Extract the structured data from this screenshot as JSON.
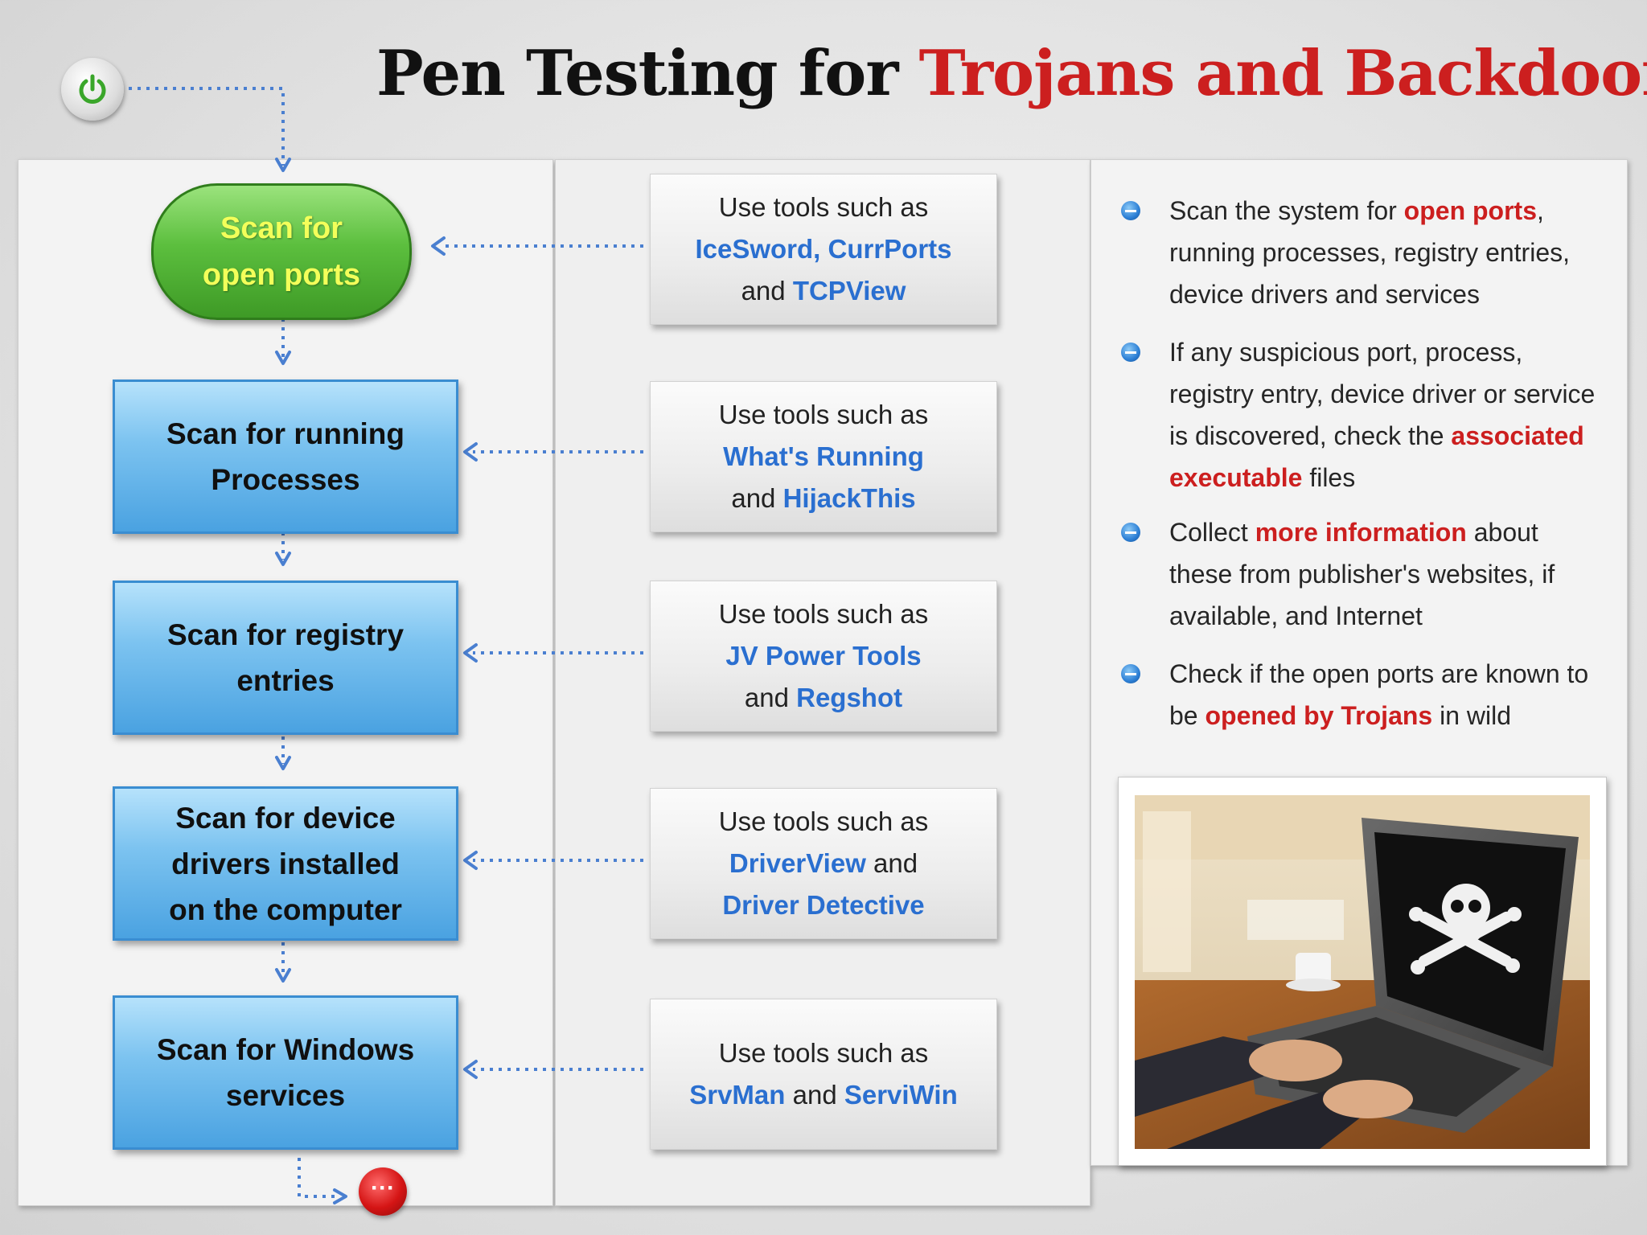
{
  "title": {
    "part1": "Pen Testing for",
    "part2": "Trojans and Backdoors"
  },
  "flow_steps": {
    "open_ports": [
      "Scan for",
      "open ports"
    ],
    "processes": [
      "Scan for running",
      "Processes"
    ],
    "registry": [
      "Scan for registry",
      "entries"
    ],
    "drivers": [
      "Scan for device",
      "drivers installed",
      "on the computer"
    ],
    "services": [
      "Scan for Windows",
      "services"
    ]
  },
  "tools": {
    "intro": "Use tools such as",
    "and": "and",
    "open_ports": {
      "tool1": "IceSword, CurrPorts",
      "tool2": "TCPView"
    },
    "processes": {
      "tool1": "What's Running",
      "tool2": "HijackThis"
    },
    "registry": {
      "tool1": "JV Power Tools",
      "tool2": "Regshot"
    },
    "drivers": {
      "tool1": "DriverView",
      "tool2": "Driver Detective"
    },
    "services": {
      "tool1": "SrvMan",
      "tool2": "ServiWin"
    }
  },
  "bullets": [
    {
      "pre": "Scan the system for ",
      "hl": "open ports",
      "post": ", running processes, registry entries, device drivers and services"
    },
    {
      "pre": "If any suspicious port, process, registry entry, device driver or service is discovered, check the ",
      "hl": "associated executable",
      "post": " files"
    },
    {
      "pre": "Collect ",
      "hl": "more information",
      "post": " about these from publisher's websites, if available, and Internet"
    },
    {
      "pre": "Check if the open ports are known to be ",
      "hl": "opened by Trojans",
      "post": " in wild"
    }
  ],
  "end_icon_glyph": "···",
  "colors": {
    "accent_red": "#cc1f1f",
    "tool_blue": "#2a6fd0",
    "start_node_green": "#5cbf3e",
    "start_text_yellow": "#f3ff5a",
    "process_blue": "#7cc3f0",
    "connector_blue": "#4a7fd0"
  },
  "icons": [
    "power-icon",
    "stop-icon",
    "bullet-icon",
    "laptop-skull-photo"
  ]
}
